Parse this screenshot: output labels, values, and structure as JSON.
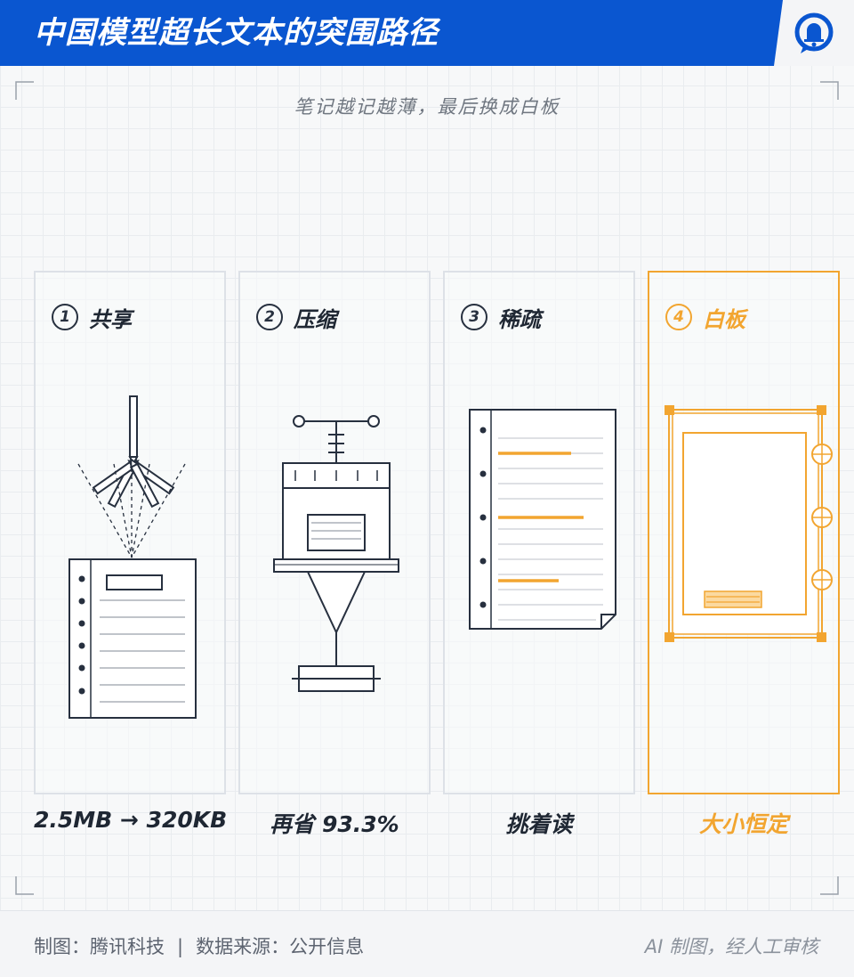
{
  "header": {
    "title": "中国模型超长文本的突围路径",
    "logo_icon": "bell-bubble-icon"
  },
  "subtitle": "笔记越记越薄，最后换成白板",
  "panels": [
    {
      "num": "1",
      "name": "共享",
      "caption": "2.5MB → 320KB",
      "icon": "shared-notes-icon"
    },
    {
      "num": "2",
      "name": "压缩",
      "caption": "再省 93.3%",
      "icon": "compressor-press-icon"
    },
    {
      "num": "3",
      "name": "稀疏",
      "caption": "挑着读",
      "icon": "sparse-document-icon"
    },
    {
      "num": "4",
      "name": "白板",
      "caption": "大小恒定",
      "icon": "whiteboard-icon"
    }
  ],
  "footer": {
    "maker_label": "制图：",
    "maker": "腾讯科技",
    "separator": "|",
    "source_label": "数据来源：",
    "source": "公开信息",
    "note": "AI 制图，经人工审核"
  },
  "colors": {
    "brand": "#0a56d0",
    "accent": "#f2a530",
    "ink": "#27303f"
  }
}
